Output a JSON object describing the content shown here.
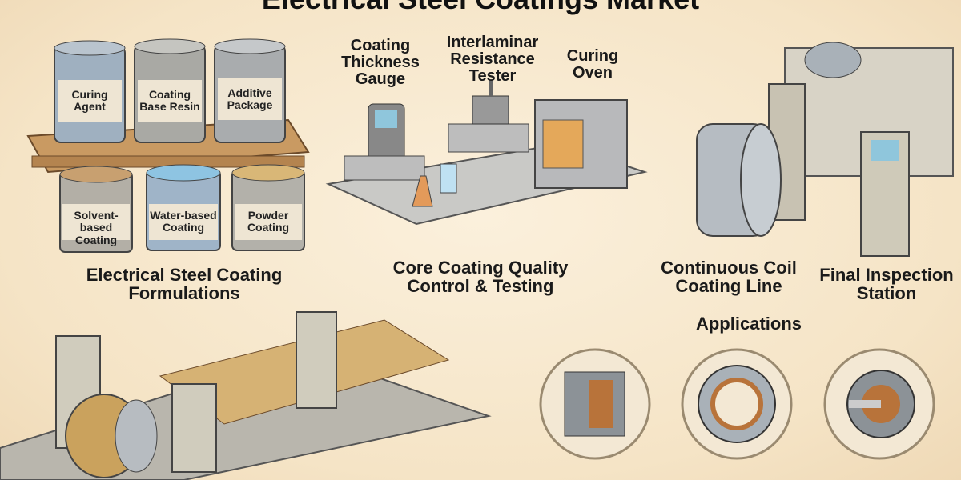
{
  "title": "Electrical Steel Coatings Market",
  "formulations": {
    "heading_line1": "Electrical Steel Coating",
    "heading_line2": "Formulations",
    "drums": [
      {
        "line1": "Curing",
        "line2": "Agent"
      },
      {
        "line1": "Coating",
        "line2": "Base Resin"
      },
      {
        "line1": "Additive",
        "line2": "Package"
      }
    ],
    "cans": [
      {
        "line1": "Solvent-based",
        "line2": "Coating"
      },
      {
        "line1": "Water-based",
        "line2": "Coating"
      },
      {
        "line1": "Powder",
        "line2": "Coating"
      }
    ]
  },
  "quality": {
    "heading_line1": "Core Coating Quality",
    "heading_line2": "Control & Testing",
    "equipment": [
      {
        "line1": "Coating",
        "line2": "Thickness",
        "line3": "Gauge"
      },
      {
        "line1": "Interlaminar",
        "line2": "Resistance",
        "line3": "Tester"
      },
      {
        "line1": "Curing",
        "line2": "Oven"
      }
    ]
  },
  "coil_line": {
    "line1": "Continuous Coil",
    "line2": "Coating Line"
  },
  "inspection": {
    "line1": "Final Inspection",
    "line2": "Station"
  },
  "applications": {
    "heading": "Applications",
    "items": [
      "transformer-core-icon",
      "stator-icon",
      "motor-icon"
    ]
  },
  "colors": {
    "background": "#f7e8cf",
    "steel": "#a9b1b8",
    "copper": "#b8733a",
    "wood": "#c99a62"
  }
}
